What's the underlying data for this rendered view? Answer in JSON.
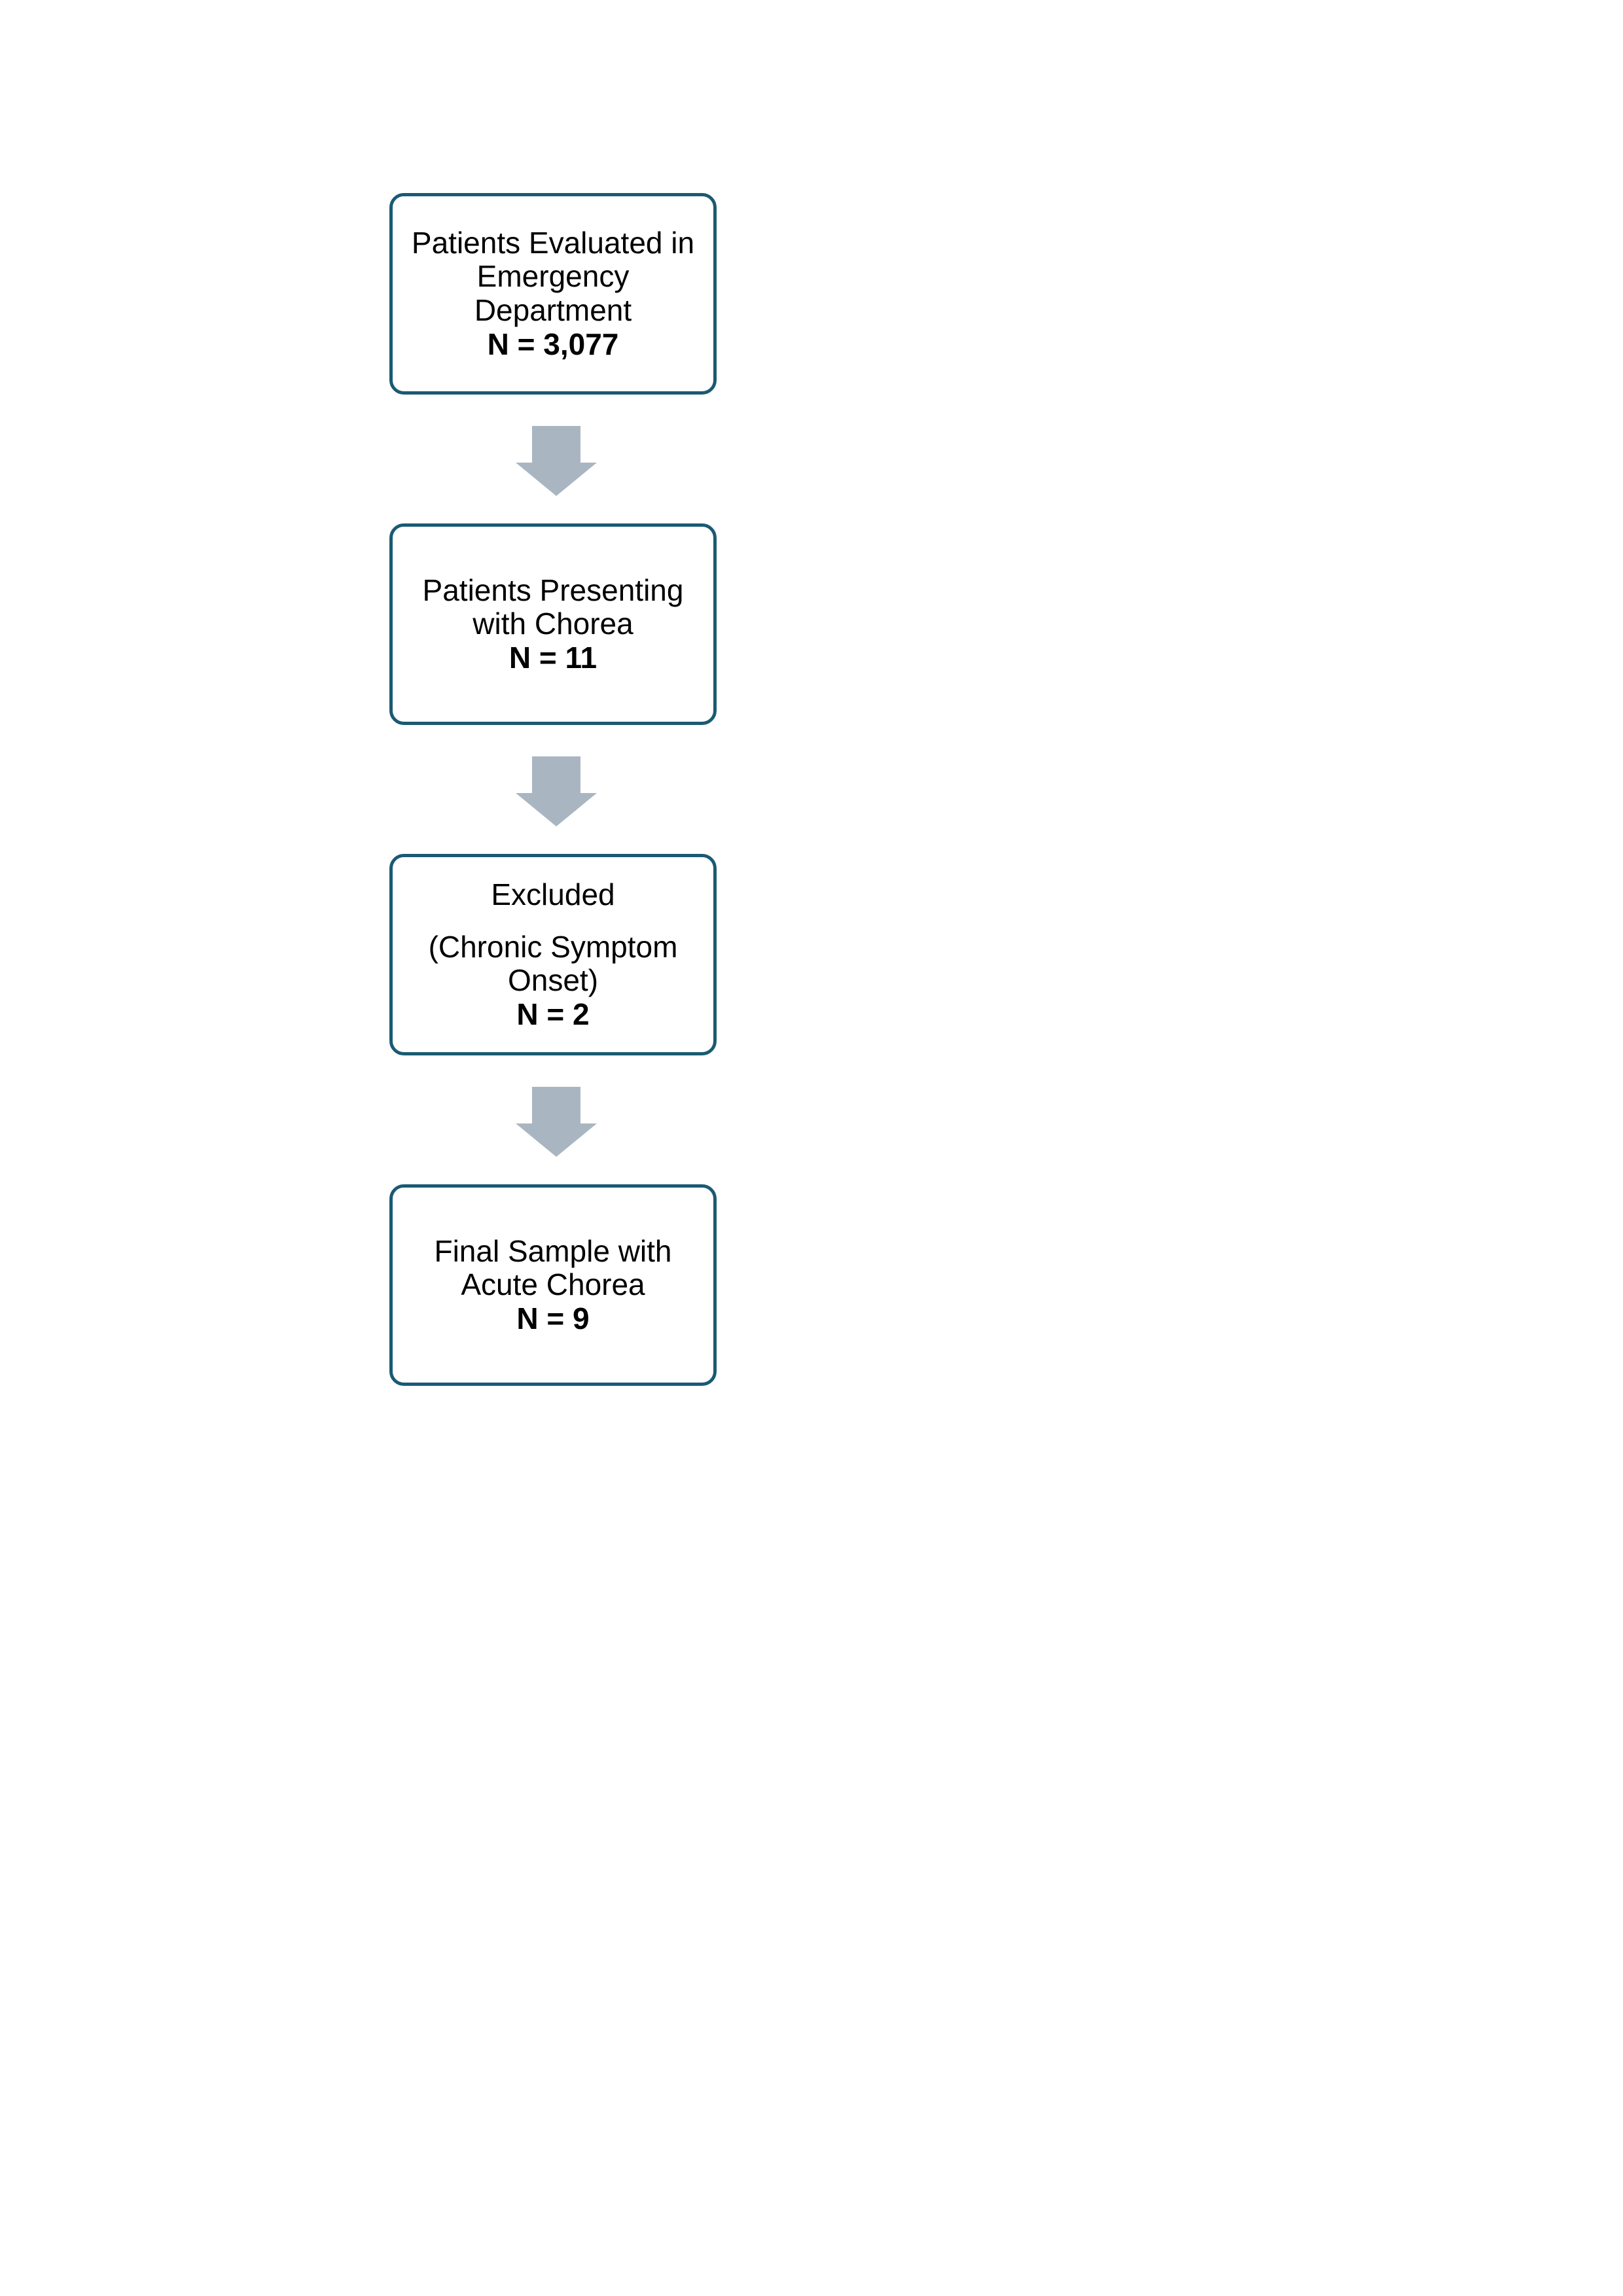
{
  "diagram": {
    "type": "patient-selection-flowchart",
    "colors": {
      "box_border": "#1a5a73",
      "box_fill": "#ffffff",
      "arrow_fill": "#a9b6c2",
      "text": "#000000"
    },
    "nodes": [
      {
        "id": "evaluated-in-ed",
        "lines": [
          "Patients Evaluated in Emergency Department"
        ],
        "count_label": "N = 3,077",
        "count_value": 3077,
        "spacer_before_lines": false
      },
      {
        "id": "presenting-with-chorea",
        "lines": [
          "Patients Presenting",
          "with Chorea"
        ],
        "count_label": "N = 11",
        "count_value": 11,
        "spacer_before_lines": false
      },
      {
        "id": "excluded-chronic-onset",
        "lines": [
          "Excluded",
          "(Chronic Symptom Onset)"
        ],
        "count_label": "N = 2",
        "count_value": 2,
        "spacer_before_lines": true
      },
      {
        "id": "final-sample-acute-chorea",
        "lines": [
          "Final Sample with",
          "Acute Chorea"
        ],
        "count_label": "N = 9",
        "count_value": 9,
        "spacer_before_lines": false
      }
    ],
    "connectors": [
      {
        "id": "arrow-1",
        "icon": "arrow-down-icon",
        "from": "evaluated-in-ed",
        "to": "presenting-with-chorea"
      },
      {
        "id": "arrow-2",
        "icon": "arrow-down-icon",
        "from": "presenting-with-chorea",
        "to": "excluded-chronic-onset"
      },
      {
        "id": "arrow-3",
        "icon": "arrow-down-icon",
        "from": "excluded-chronic-onset",
        "to": "final-sample-acute-chorea"
      }
    ]
  }
}
